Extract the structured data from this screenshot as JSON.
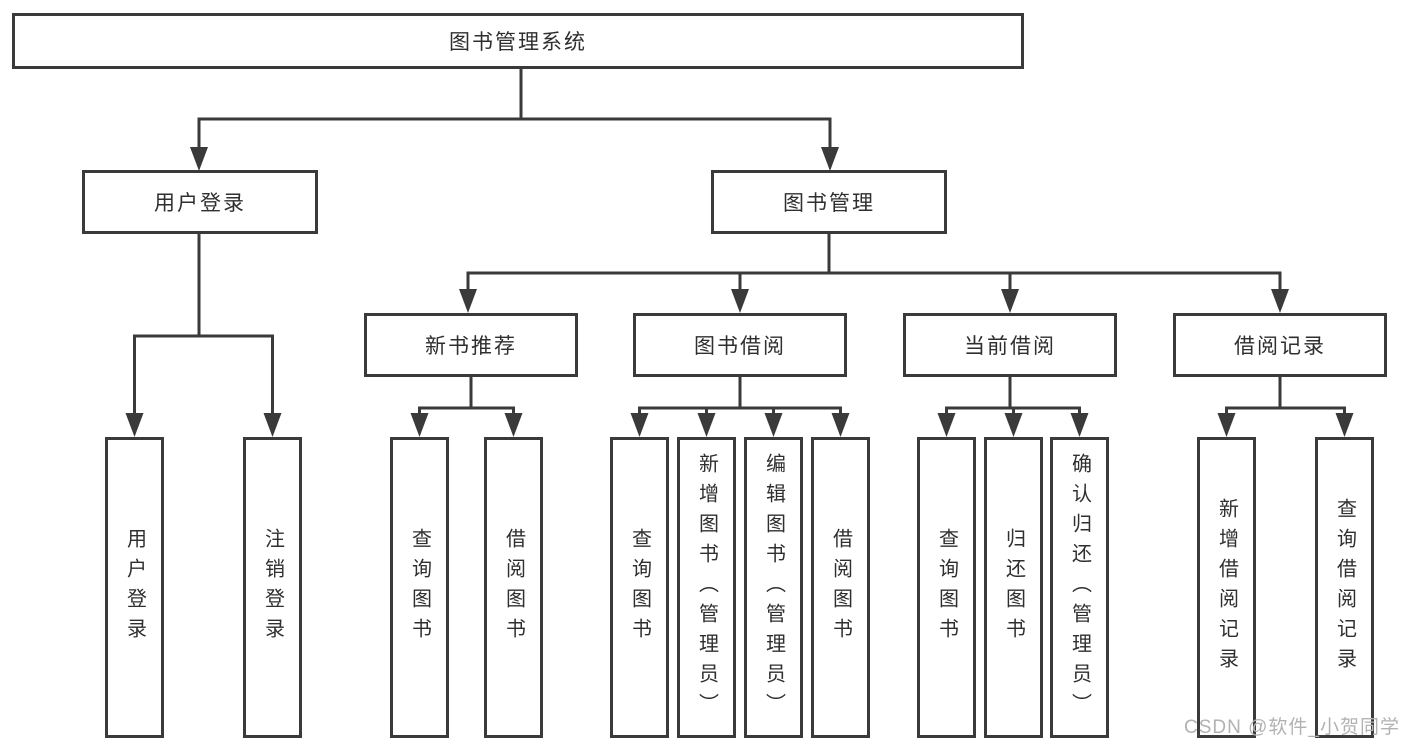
{
  "diagram": {
    "title": "图书管理系统",
    "nodes": {
      "root": "图书管理系统",
      "userLogin": "用户登录",
      "bookMgmt": "图书管理",
      "newBookRec": "新书推荐",
      "bookBorrow": "图书借阅",
      "currentBorrow": "当前借阅",
      "borrowRecord": "借阅记录",
      "leaves": [
        "用户登录",
        "注销登录",
        "查询图书",
        "借阅图书",
        "查询图书",
        "新增图书（管理员）",
        "编辑图书（管理员）",
        "借阅图书",
        "查询图书",
        "归还图书",
        "确认归还（管理员）",
        "新增借阅记录",
        "查询借阅记录"
      ]
    },
    "colors": {
      "line": "#3a3a3a",
      "text": "#2f2f2f",
      "watermark": "#b2b2b2",
      "background": "#ffffff"
    }
  },
  "watermark": "CSDN @软件_小贺同学"
}
